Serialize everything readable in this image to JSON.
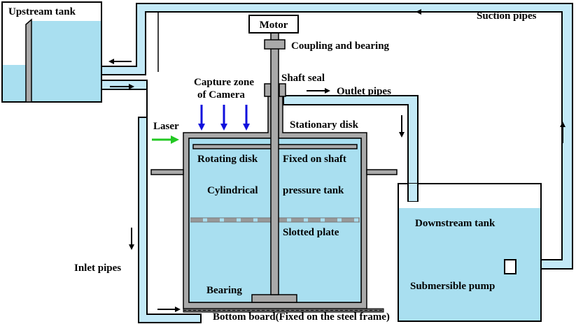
{
  "labels": {
    "upstream_tank": "Upstream tank",
    "suction_pipes": "Suction pipes",
    "motor": "Motor",
    "coupling": "Coupling and bearing",
    "shaft_seal": "Shaft seal",
    "outlet_pipes": "Outlet pipes",
    "capture_zone_line1": "Capture zone",
    "capture_zone_line2": "of Camera",
    "laser": "Laser",
    "stationary_disk": "Stationary disk",
    "rotating_disk": "Rotating disk",
    "fixed_on_shaft": "Fixed on shaft",
    "cylindrical": "Cylindrical",
    "pressure_tank": "pressure tank",
    "slotted_plate": "Slotted plate",
    "downstream_tank": "Downstream tank",
    "inlet_pipes": "Inlet pipes",
    "bearing": "Bearing",
    "submersible_pump": "Submersible pump",
    "bottom_board": "Bottom board(Fixed on the steel frame)"
  },
  "colors": {
    "water": "#a9dff0",
    "pipe_fill": "#c3e9f7",
    "steel": "#a9a9a9",
    "camera_arrow": "#1010dd",
    "laser_arrow": "#22c822",
    "flow_arrow": "#000000"
  }
}
